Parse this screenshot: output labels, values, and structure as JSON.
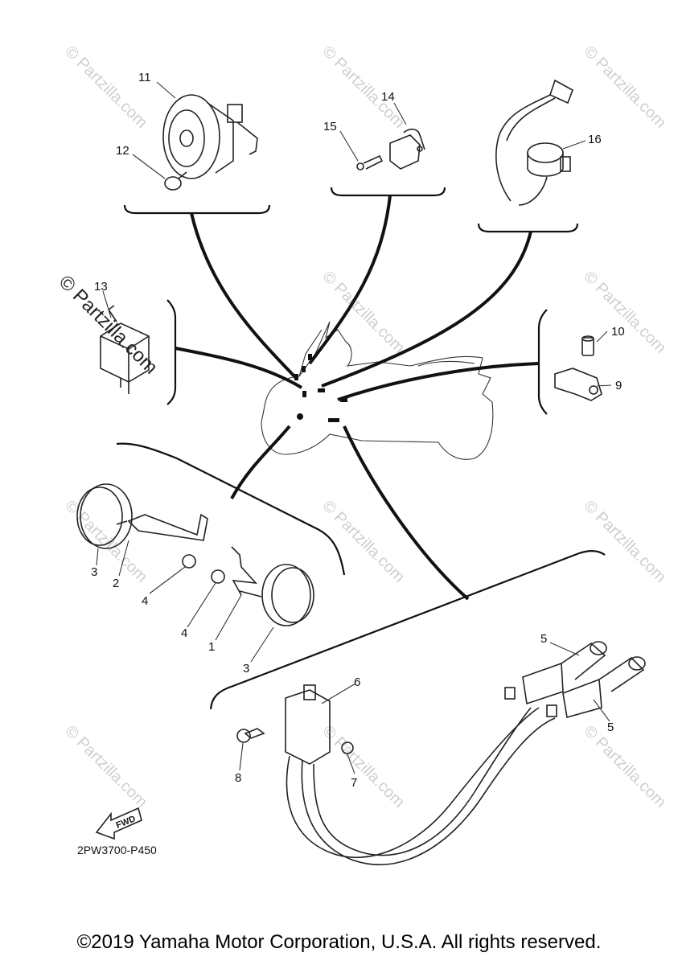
{
  "callouts": {
    "c1": "1",
    "c2": "2",
    "c3a": "3",
    "c3b": "3",
    "c4a": "4",
    "c4b": "4",
    "c5a": "5",
    "c5b": "5",
    "c6": "6",
    "c7": "7",
    "c8": "8",
    "c9": "9",
    "c10": "10",
    "c11": "11",
    "c12": "12",
    "c13": "13",
    "c14": "14",
    "c15": "15",
    "c16": "16"
  },
  "watermark": {
    "text": "© Partzilla.com",
    "primary": "© Partzilla.com"
  },
  "fwd_label": "FWD",
  "ref_code": "2PW3700-P450",
  "copyright": "©2019 Yamaha Motor Corporation, U.S.A. All rights reserved.",
  "colors": {
    "ink": "#111111",
    "watermark": "#cfcfcf"
  }
}
